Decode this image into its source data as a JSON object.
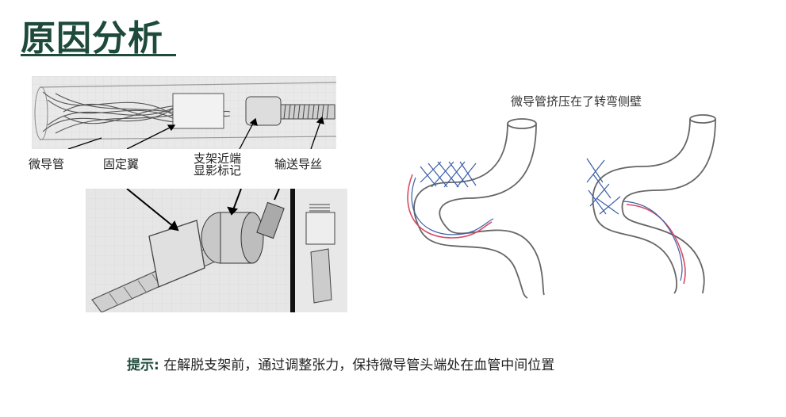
{
  "page": {
    "title": "原因分析",
    "accent_color": "#1e4a3c"
  },
  "labels": {
    "microcatheter": "微导管",
    "fixing_wing": "固定翼",
    "marker_line1": "支架近端",
    "marker_line2": "显影标记",
    "delivery_wire": "输送导丝"
  },
  "right_caption": "微导管挤压在了转弯侧壁",
  "tip": {
    "prefix": "提示:",
    "text": " 在解脱支架前，通过调整张力，保持微导管头端处在血管中间位置"
  },
  "illustrations": {
    "left_top": "stent-delivery-system-sketch",
    "left_bottom": "fixing-wing-closeup-sketch",
    "right": "curved-vessel-sketches"
  }
}
